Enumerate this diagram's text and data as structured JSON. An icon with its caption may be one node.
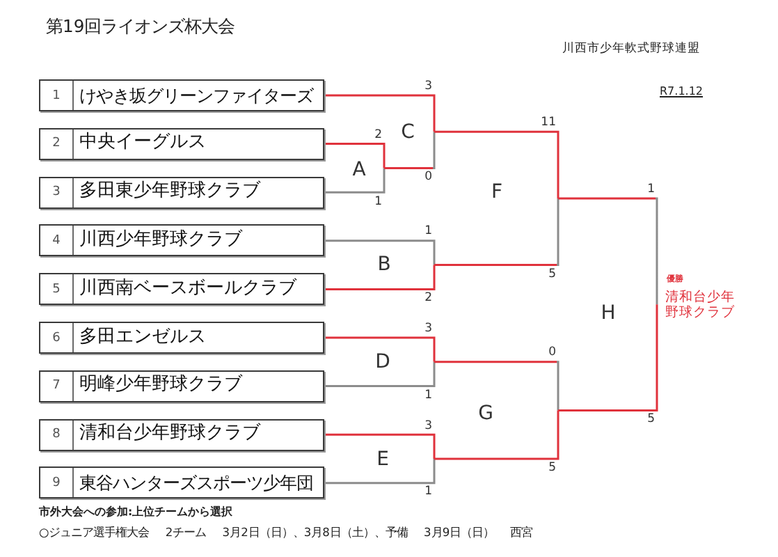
{
  "diagram": {
    "title": "第19回ライオンズ杯大会",
    "nodes": [
      {
        "text": [
          "1",
          "けやき坂グリーンファイターズ"
        ]
      },
      {
        "text": [
          "2",
          "中央イーグルス"
        ]
      },
      {
        "text": [
          "3",
          "多田東少年野球クラブ"
        ]
      },
      {
        "text": [
          "4",
          "川西少年野球クラブ"
        ]
      },
      {
        "text": [
          "5",
          "川西南ベースボールクラブ"
        ]
      },
      {
        "text": [
          "6",
          "多田エンゼルス"
        ]
      },
      {
        "text": [
          "7",
          "明峰少年野球クラブ"
        ]
      },
      {
        "text": [
          "8",
          "清和台少年野球クラブ"
        ]
      },
      {
        "text": [
          "9",
          "東谷ハンターズスポーツ少年団"
        ]
      },
      {
        "text": [
          "A"
        ]
      },
      {
        "text": [
          "B"
        ]
      },
      {
        "text": [
          "C"
        ]
      },
      {
        "text": [
          "D"
        ]
      },
      {
        "text": [
          "E"
        ]
      },
      {
        "text": [
          "F"
        ]
      },
      {
        "text": [
          "G"
        ]
      },
      {
        "text": [
          "H"
        ]
      }
    ],
    "edges": [
      {
        "from": 0,
        "to": 11,
        "arrow": "none",
        "label": "3"
      },
      {
        "from": 1,
        "to": 9,
        "arrow": "none",
        "label": "2"
      },
      {
        "from": 2,
        "to": 9,
        "arrow": "none",
        "label": "1",
        "color": "#8c8c8c"
      },
      {
        "from": 9,
        "to": 11,
        "arrow": "none",
        "label": "0",
        "color": "#8c8c8c"
      },
      {
        "from": 3,
        "to": 10,
        "arrow": "none",
        "label": "1",
        "color": "#8c8c8c"
      },
      {
        "from": 4,
        "to": 10,
        "arrow": "none",
        "label": "2"
      },
      {
        "from": 11,
        "to": 14,
        "arrow": "none",
        "label": "11"
      },
      {
        "from": 10,
        "to": 14,
        "arrow": "none",
        "label": "5",
        "color": "#8c8c8c"
      },
      {
        "from": 5,
        "to": 12,
        "arrow": "none",
        "label": "3"
      },
      {
        "from": 6,
        "to": 12,
        "arrow": "none",
        "label": "1",
        "color": "#8c8c8c"
      },
      {
        "from": 7,
        "to": 13,
        "arrow": "none",
        "label": "3"
      },
      {
        "from": 8,
        "to": 13,
        "arrow": "none",
        "label": "1",
        "color": "#8c8c8c"
      },
      {
        "from": 12,
        "to": 15,
        "arrow": "none",
        "label": "0",
        "color": "#8c8c8c"
      },
      {
        "from": 13,
        "to": 15,
        "arrow": "none",
        "label": "5"
      },
      {
        "from": 14,
        "to": 16,
        "arrow": "none",
        "label": "1",
        "color": "#8c8c8c"
      },
      {
        "from": 15,
        "to": 16,
        "arrow": "none",
        "label": "5"
      }
    ],
    "labels": [
      "川西市少年軟式野球連盟",
      "R7.1.12",
      "優勝",
      "清和台少年野球クラブ",
      "市外大会への参加:上位チームから選択",
      "○ジュニア選手権大会 2チーム 3月2日（日）、3月8日（土）、予備 3月9日（日） 西宮"
    ]
  }
}
